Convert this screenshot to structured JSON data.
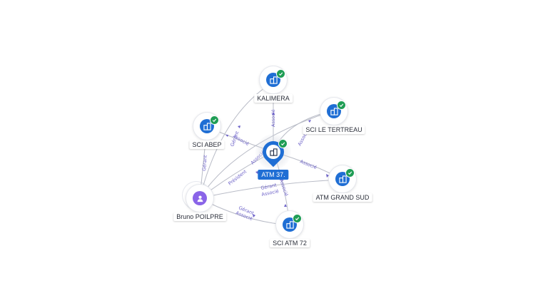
{
  "graph": {
    "central": {
      "label": "ATM 37.",
      "icon": "building-icon",
      "verified": true
    },
    "companies": [
      {
        "id": "kalimera",
        "label": "KALIMERA",
        "icon": "building-icon",
        "verified": true
      },
      {
        "id": "sci-le-tertreau",
        "label": "SCI LE TERTREAU",
        "icon": "building-icon",
        "verified": true
      },
      {
        "id": "sci-abep",
        "label": "SCI ABEP",
        "icon": "building-icon",
        "verified": true
      },
      {
        "id": "atm-grand-sud",
        "label": "ATM GRAND SUD",
        "icon": "building-icon",
        "verified": true
      },
      {
        "id": "sci-atm-72",
        "label": "SCI ATM 72",
        "icon": "building-icon",
        "verified": true
      }
    ],
    "person": {
      "label": "Bruno POILPRE",
      "icon": "person-icon"
    },
    "edge_labels": {
      "kalimera": "Associé",
      "le_tertreau": "Associé",
      "abep_1": "Gérant",
      "abep_2": "Associé",
      "grand_sud": "Associé",
      "atm72": "Associé",
      "person_abep": "Gérant",
      "person_central_president": "Président",
      "person_central_assoc": "Associé",
      "person_grandsud_gerant": "Gérant",
      "person_grandsud_assoc": "Associé",
      "person_atm72_gerant": "Gérant",
      "person_atm72_assoc": "Associé"
    },
    "colors": {
      "company": "#1f6ed4",
      "person": "#8a64e8",
      "verified": "#1f9d55",
      "edge_label": "#6e63c9"
    }
  }
}
